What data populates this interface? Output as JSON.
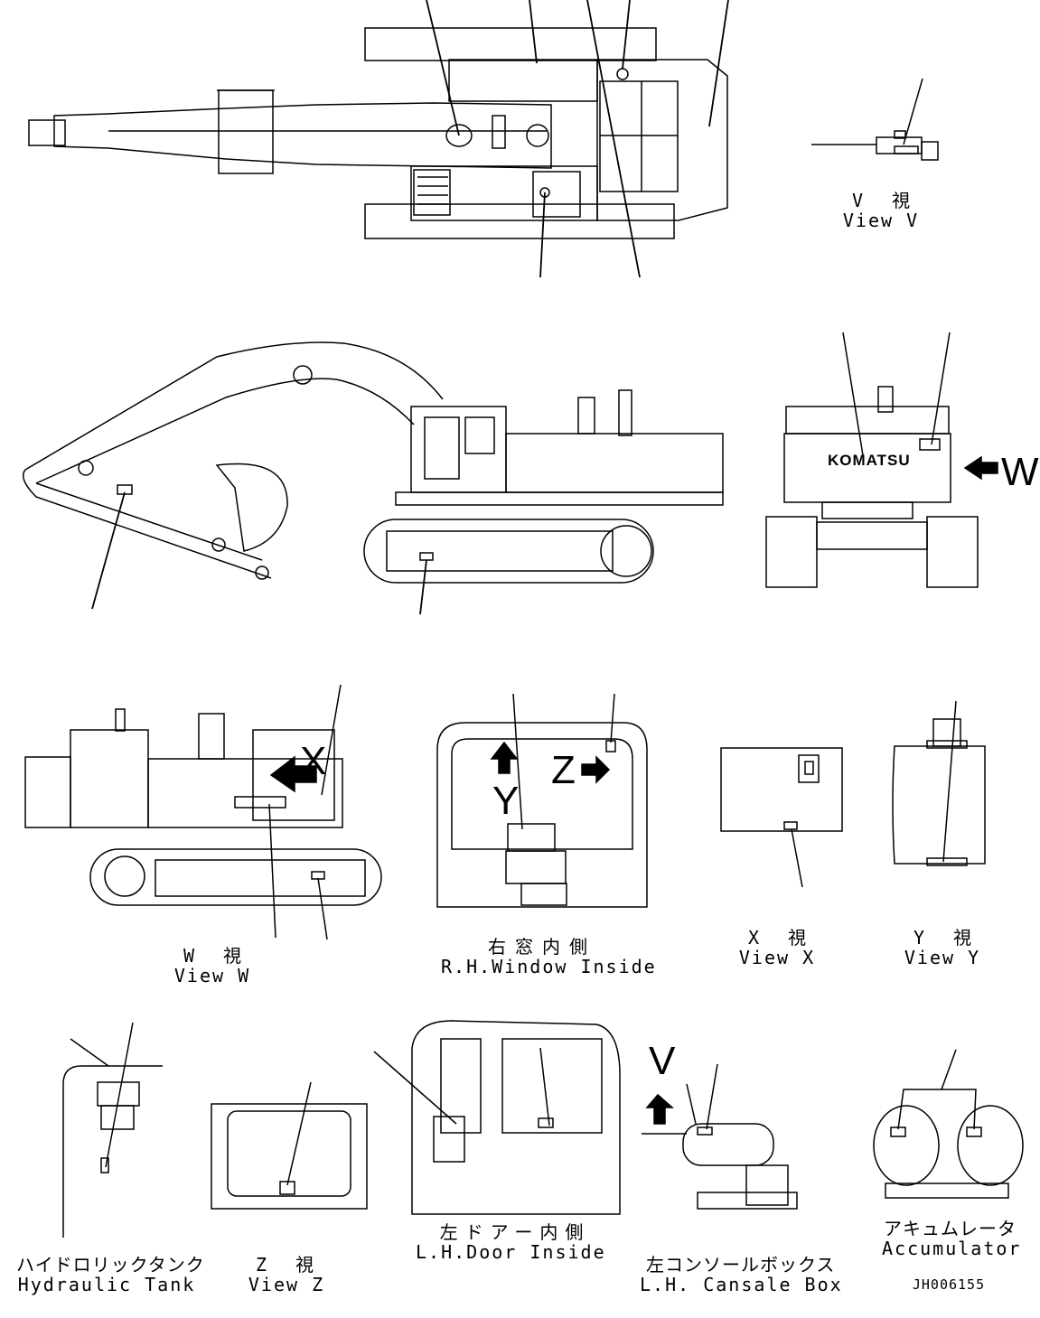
{
  "views": {
    "v": {
      "jp": "V 視",
      "en": "View V"
    },
    "w": {
      "jp": "W 視",
      "en": "View W"
    },
    "rh_window": {
      "jp": "右窓内側",
      "en": "R.H.Window Inside"
    },
    "x": {
      "jp": "X 視",
      "en": "View X"
    },
    "y": {
      "jp": "Y 視",
      "en": "View Y"
    },
    "hydraulic_tank": {
      "jp": "ハイドロリックタンク",
      "en": "Hydraulic Tank"
    },
    "z": {
      "jp": "Z 視",
      "en": "View Z"
    },
    "lh_door": {
      "jp": "左ドアー内側",
      "en": "L.H.Door Inside"
    },
    "lh_console": {
      "jp": "左コンソールボックス",
      "en": "L.H. Cansale Box"
    },
    "accumulator": {
      "jp": "アキュムレータ",
      "en": "Accumulator"
    }
  },
  "arrow_letters": {
    "w": "W",
    "x": "X",
    "y": "Y",
    "z": "Z",
    "v": "V"
  },
  "brand": "KOMATSU",
  "drawing_code": "JH006155",
  "colors": {
    "line": "#000000",
    "background": "#ffffff"
  }
}
